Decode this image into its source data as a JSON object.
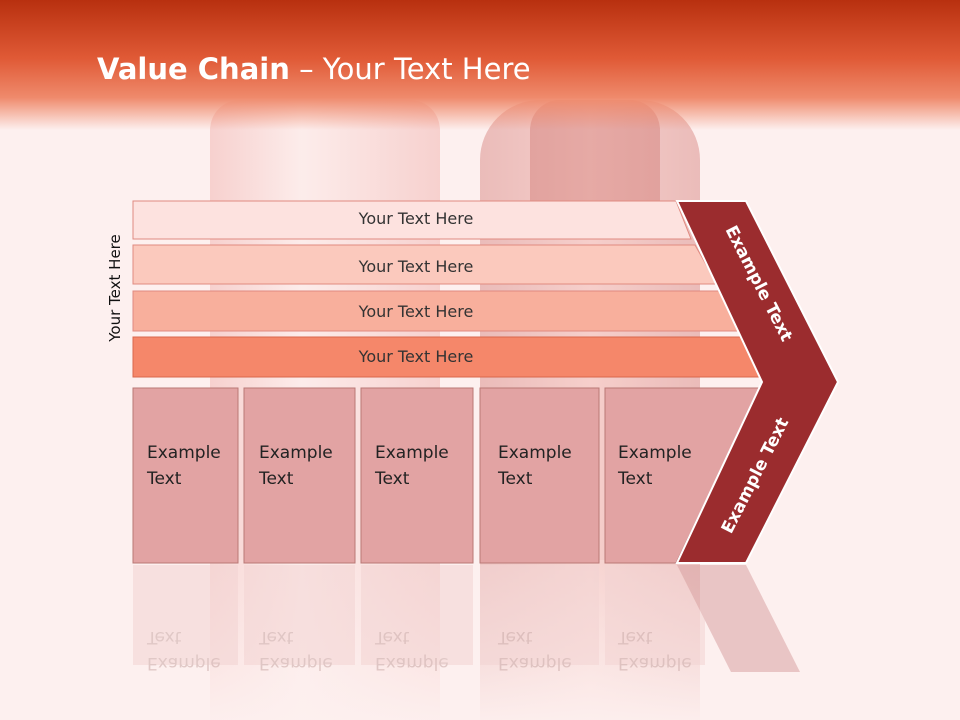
{
  "title": {
    "bold": "Value Chain",
    "rest": " – Your Text Here"
  },
  "side_label": "Your Text Here",
  "rows": [
    {
      "label": "Your Text Here",
      "color": "#fde2df"
    },
    {
      "label": "Your Text Here",
      "color": "#fbc9bd"
    },
    {
      "label": "Your Text Here",
      "color": "#f8af9c"
    },
    {
      "label": "Your Text Here",
      "color": "#f5876a"
    }
  ],
  "boxes": [
    {
      "line1": "Example",
      "line2": "Text"
    },
    {
      "line1": "Example",
      "line2": "Text"
    },
    {
      "line1": "Example",
      "line2": "Text"
    },
    {
      "line1": "Example",
      "line2": "Text"
    },
    {
      "line1": "Example",
      "line2": "Text"
    }
  ],
  "chevron": {
    "top_label": "Example Text",
    "bottom_label": "Example Text"
  },
  "colors": {
    "header": "#d9451f",
    "chevron": "#9b2c2e",
    "box": "#e2a3a3"
  }
}
